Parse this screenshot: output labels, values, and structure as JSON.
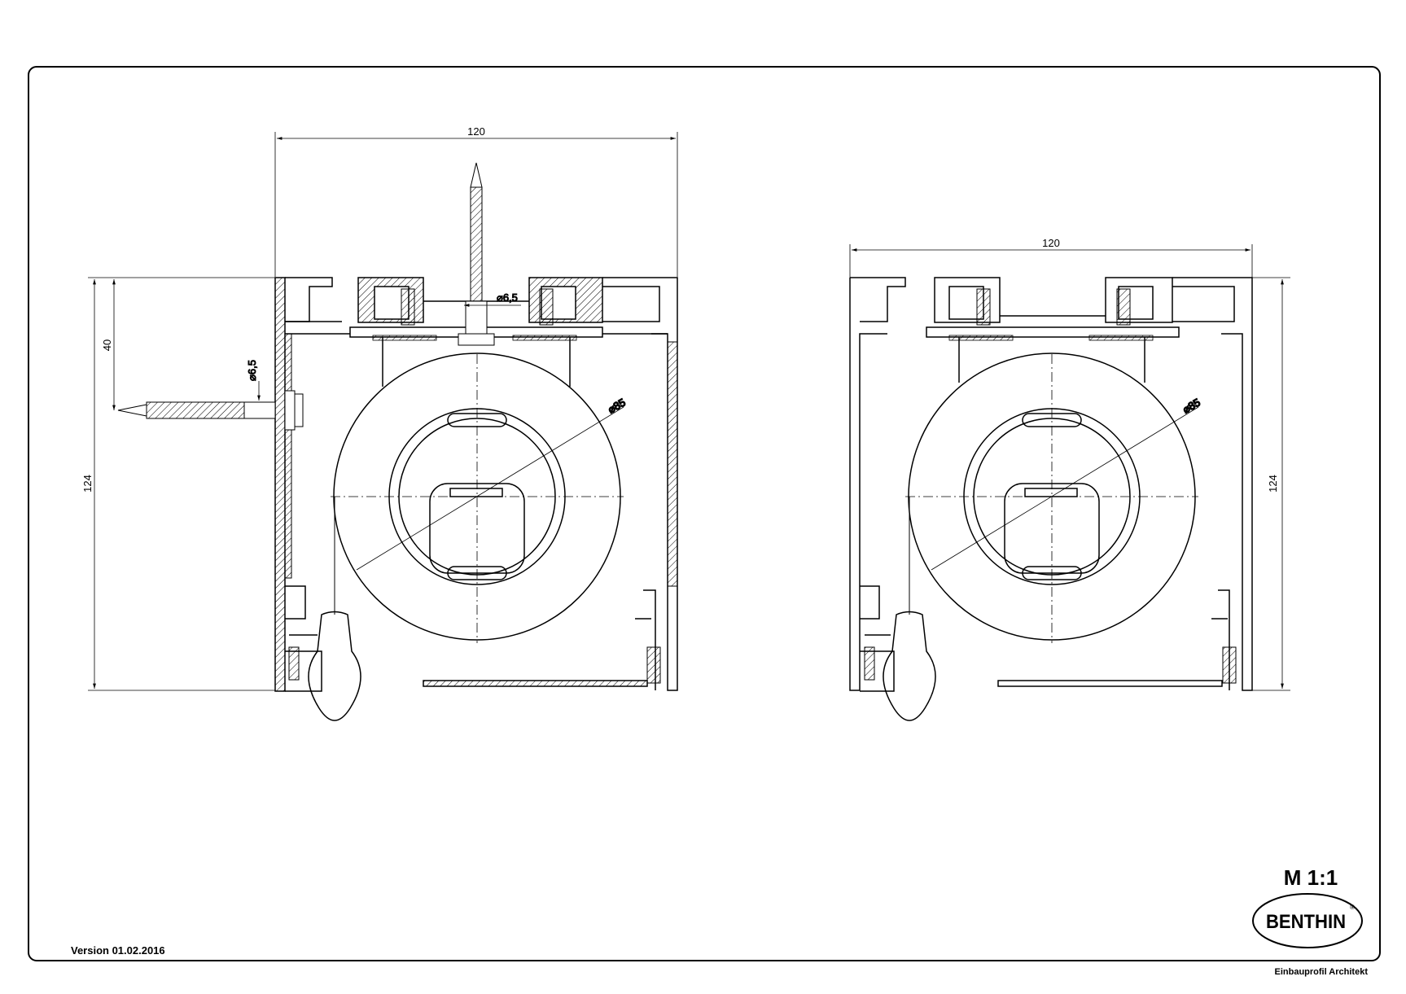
{
  "drawing": {
    "left_view": {
      "width_dim": "120",
      "height_dim": "124",
      "offset_dim": "40",
      "screw_dia_side": "⌀6,5",
      "screw_dia_top": "⌀6,5",
      "roll_dia": "⌀85"
    },
    "right_view": {
      "width_dim": "120",
      "height_dim": "124",
      "roll_dia": "⌀85"
    }
  },
  "title_block": {
    "scale": "M 1:1",
    "logo_text": "BENTHIN",
    "logo_mark": "®",
    "version": "Version 01.02.2016",
    "profile_name": "Einbauprofil Architekt"
  },
  "colors": {
    "line": "#000000",
    "paper": "#ffffff"
  }
}
